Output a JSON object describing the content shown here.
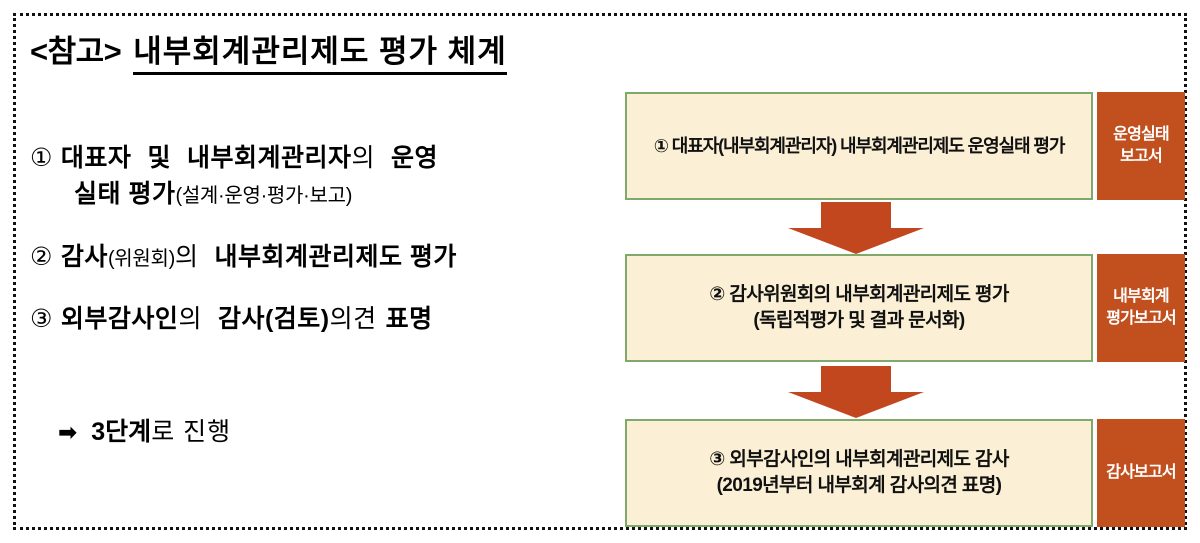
{
  "figure": {
    "title_prefix": "<참고>",
    "title_main": "내부회계관리제도 평가 체계"
  },
  "summary_list": {
    "items": [
      {
        "marker": "①",
        "line1_bold_a": "대표자",
        "line1_bold_b": "및",
        "line1_bold_c": "내부회계관리자",
        "line1_reg": "의",
        "line1_bold_d": "운영",
        "line2_bold": "실태 평가",
        "line2_paren": "(설계·운영·평가·보고)"
      },
      {
        "marker": "②",
        "bold_a": "감사",
        "paren": "(위원회)",
        "reg": "의",
        "bold_b": "내부회계관리제도 평가"
      },
      {
        "marker": "③",
        "bold_a": "외부감사인",
        "reg": "의",
        "bold_b": "감사(검토)",
        "reg_b": "의견",
        "bold_c": "표명"
      }
    ],
    "conclusion": {
      "arrow_icon": "➡",
      "strong": "3단계",
      "rest": "로 진행"
    }
  },
  "flow": {
    "colors": {
      "box_fill": "#FBF0D5",
      "box_border": "#7FA96B",
      "tag_fill": "#C2501F",
      "arrow_fill": "#C2471F"
    },
    "steps": [
      {
        "box_line1": "① 대표자(내부회계관리자) 내부회계관리제도 운영실태 평가",
        "box_line2": "",
        "tag_line1": "운영실태",
        "tag_line2": "보고서"
      },
      {
        "box_line1": "② 감사위원회의 내부회계관리제도 평가",
        "box_line2": "(독립적평가 및 결과 문서화)",
        "tag_line1": "내부회계",
        "tag_line2": "평가보고서"
      },
      {
        "box_line1": "③ 외부감사인의 내부회계관리제도 감사",
        "box_line2": "(2019년부터 내부회계 감사의견 표명)",
        "tag_line1": "감사보고서",
        "tag_line2": ""
      }
    ]
  }
}
